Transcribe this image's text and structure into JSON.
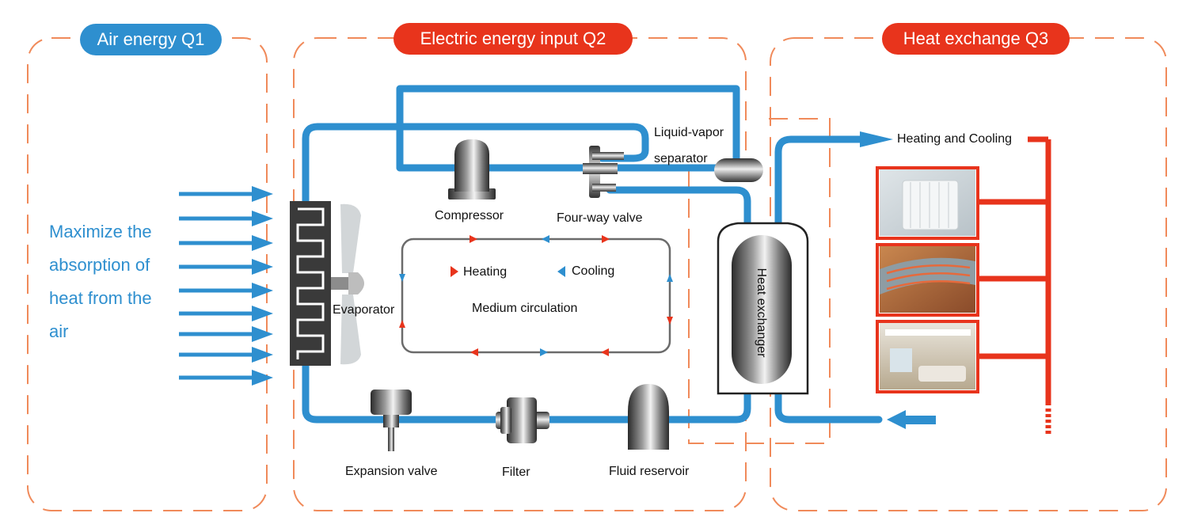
{
  "sections": {
    "air": "Air energy Q1",
    "electric": "Electric energy input Q2",
    "exchange": "Heat exchange Q3"
  },
  "intro_lines": [
    "Maximize the",
    "absorption of",
    "heat from the",
    "air"
  ],
  "components": {
    "liquid_vapor_1": "Liquid-vapor",
    "liquid_vapor_2": "separator",
    "compressor": "Compressor",
    "four_way": "Four-way valve",
    "evaporator": "Evaporator",
    "heat_exchanger": "Heat exchanger",
    "expansion": "Expansion valve",
    "filter": "Filter",
    "reservoir": "Fluid reservoir"
  },
  "legend": {
    "heating": "Heating",
    "cooling": "Cooling",
    "medium": "Medium circulation"
  },
  "output_label": "Heating and Cooling",
  "colors": {
    "blue": "#2e8fcf",
    "red": "#e8341c",
    "dash": "#f08a5a",
    "gray": "#6b6b6b"
  }
}
